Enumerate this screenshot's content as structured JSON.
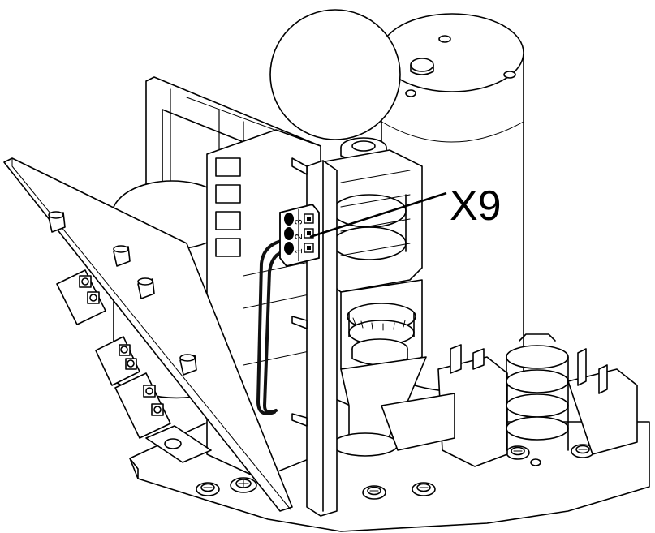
{
  "callout": {
    "label": "X9"
  },
  "terminal": {
    "pin_labels": [
      "1",
      "2",
      "3"
    ]
  },
  "colors": {
    "line": "#000000",
    "background": "#ffffff",
    "wire": "#111111"
  }
}
